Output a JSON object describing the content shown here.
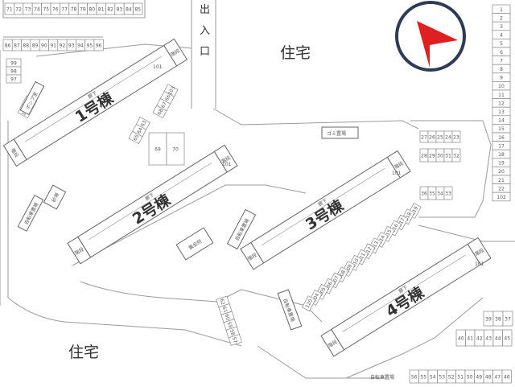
{
  "entrance_label": "出入口",
  "residential_labels": [
    "住宅",
    "住宅"
  ],
  "buildings": [
    {
      "name": "1号棟",
      "corridor": "廊下",
      "stair_top": "階段",
      "stair_bottom": "階段",
      "unit": "101"
    },
    {
      "name": "2号棟",
      "corridor": "廊下",
      "stair_top": "階段",
      "stair_bottom": "階段",
      "unit": "101"
    },
    {
      "name": "3号棟",
      "corridor": "廊下",
      "stair_top": "階段",
      "stair_bottom": "階段",
      "unit": "101"
    },
    {
      "name": "4号棟",
      "corridor": "廊下",
      "stair_top": "階段",
      "stair_bottom": "階段",
      "unit": "101"
    }
  ],
  "facilities": {
    "pump_room": "ポンプ室",
    "sandbox": "砂場",
    "garbage": "ゴミ置場",
    "meeting_hall": "集会所",
    "bike_parking_1": "自転車置場",
    "bike_parking_2": "自転車置場",
    "bike_parking_3": "自転車置場",
    "bike_parking_4": "自転車置場"
  },
  "compass": {
    "icon": "north-arrow-icon",
    "color": "#e02020",
    "ring": "#2f3b52"
  },
  "parking": {
    "top_row": [
      "71",
      "72",
      "73",
      "74",
      "75",
      "76",
      "77",
      "78",
      "79",
      "80",
      "81",
      "82",
      "83",
      "84",
      "85"
    ],
    "second_row": [
      "86",
      "87",
      "88",
      "89",
      "90",
      "91",
      "92",
      "93",
      "94",
      "95",
      "96"
    ],
    "left_column": [
      "99",
      "98",
      "97"
    ],
    "pump_area": [
      "101",
      "100"
    ],
    "b1_right_column": [
      "68",
      "67",
      "66",
      "103"
    ],
    "b1_mid_small": [
      "65",
      "64",
      "63"
    ],
    "b1_side": [
      "69",
      "70"
    ],
    "right_column": [
      "1",
      "2",
      "3",
      "4",
      "5",
      "6",
      "7",
      "8",
      "9",
      "10",
      "11",
      "12",
      "13",
      "14",
      "15",
      "16",
      "17",
      "18",
      "19",
      "20",
      "21",
      "22",
      "102"
    ],
    "right_block_a": [
      "27",
      "26",
      "25",
      "24",
      "23"
    ],
    "right_block_b": [
      "28",
      "29",
      "30",
      "31",
      "32"
    ],
    "right_block_c": [
      "36",
      "35",
      "34",
      "33"
    ],
    "b3_diagonal": [
      "119",
      "118",
      "117",
      "116",
      "115",
      "114",
      "113",
      "112",
      "111",
      "110",
      "109",
      "108",
      "107",
      "106",
      "105",
      "104",
      "120"
    ],
    "center_bottom": [
      "62",
      "61",
      "60",
      "59",
      "58",
      "57"
    ],
    "bottom_right_a": [
      "39",
      "38",
      "37"
    ],
    "bottom_right_b": [
      "40",
      "41",
      "42",
      "43",
      "44",
      "45"
    ],
    "bottom_row": [
      "56",
      "55",
      "54",
      "53",
      "52",
      "51",
      "50",
      "49",
      "48",
      "47",
      "46"
    ]
  }
}
